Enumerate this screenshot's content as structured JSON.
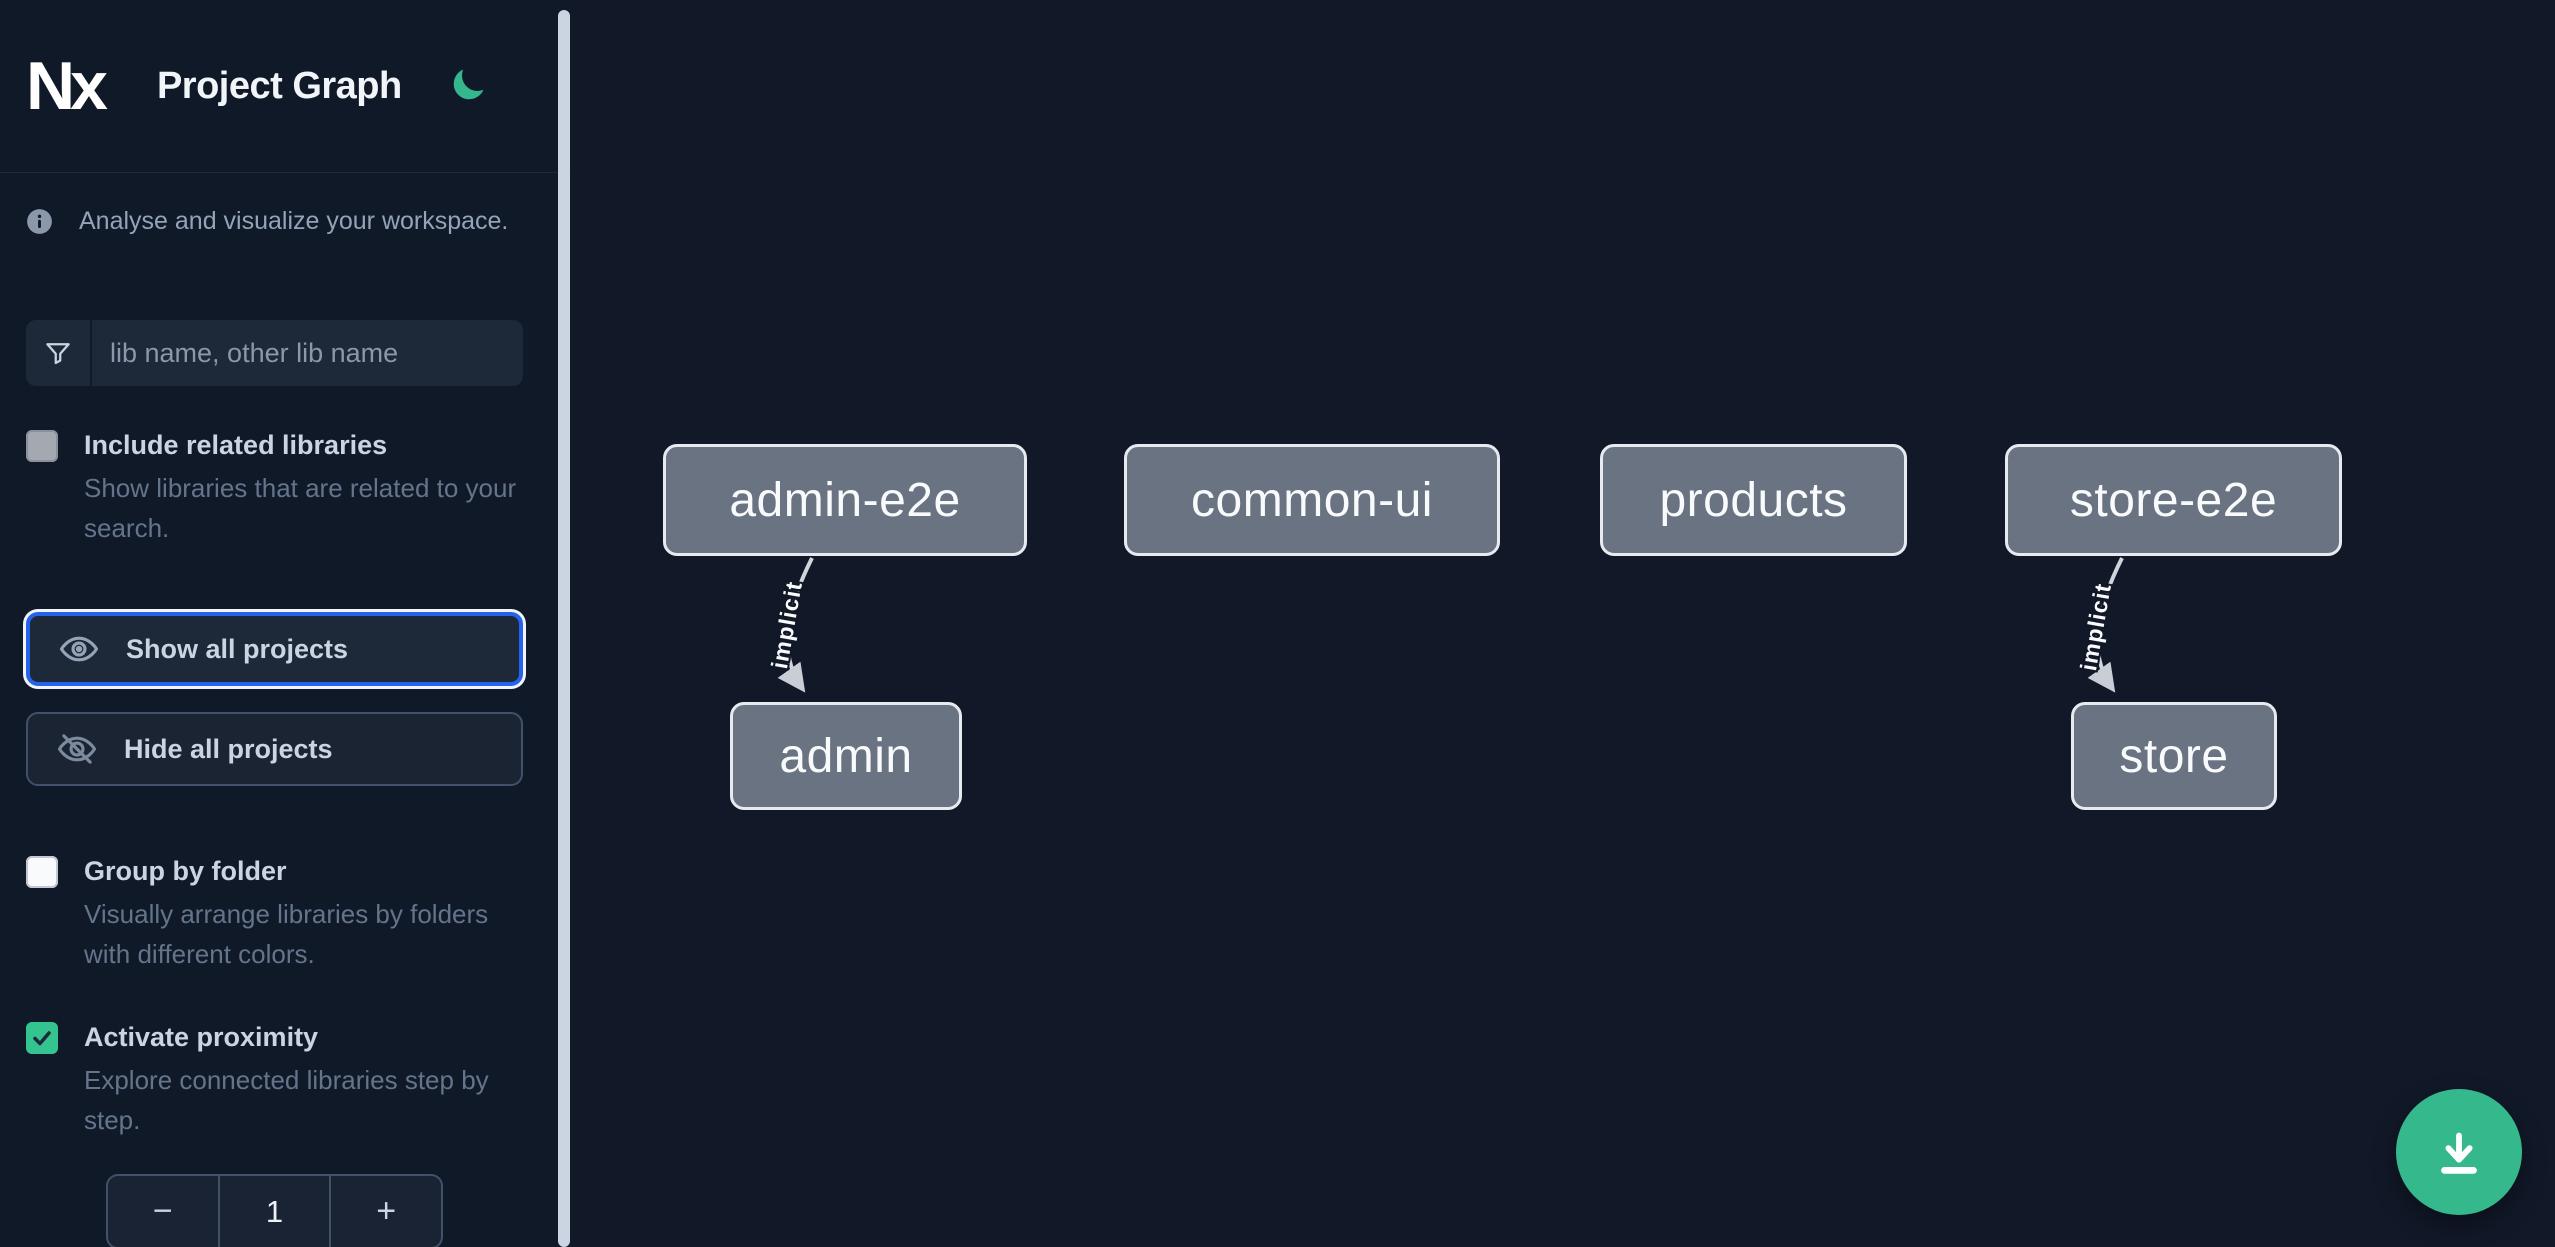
{
  "header": {
    "logo_text": "Nx",
    "title": "Project Graph"
  },
  "sidebar": {
    "info_text": "Analyse and visualize your workspace.",
    "search_placeholder": "lib name, other lib name",
    "include_related": {
      "label": "Include related libraries",
      "description": "Show libraries that are related to your search.",
      "checked": false
    },
    "show_all_label": "Show all projects",
    "hide_all_label": "Hide all projects",
    "group_by_folder": {
      "label": "Group by folder",
      "description": "Visually arrange libraries by folders with different colors.",
      "checked": false
    },
    "activate_proximity": {
      "label": "Activate proximity",
      "description": "Explore connected libraries step by step.",
      "checked": true
    },
    "proximity_stepper": {
      "decrement_label": "−",
      "value": "1",
      "increment_label": "+"
    }
  },
  "graph": {
    "nodes": [
      {
        "id": "admin-e2e",
        "label": "admin-e2e"
      },
      {
        "id": "common-ui",
        "label": "common-ui"
      },
      {
        "id": "products",
        "label": "products"
      },
      {
        "id": "store-e2e",
        "label": "store-e2e"
      },
      {
        "id": "admin",
        "label": "admin"
      },
      {
        "id": "store",
        "label": "store"
      }
    ],
    "edges": [
      {
        "source": "admin-e2e",
        "target": "admin",
        "label": "implicit"
      },
      {
        "source": "store-e2e",
        "target": "store",
        "label": "implicit"
      }
    ]
  },
  "colors": {
    "brand_green": "#35b78d",
    "focus_blue": "#2563eb",
    "node_fill": "#6a7382",
    "checkbox_checked": "#34c48f",
    "scrollbar": "#cbd5e1"
  }
}
